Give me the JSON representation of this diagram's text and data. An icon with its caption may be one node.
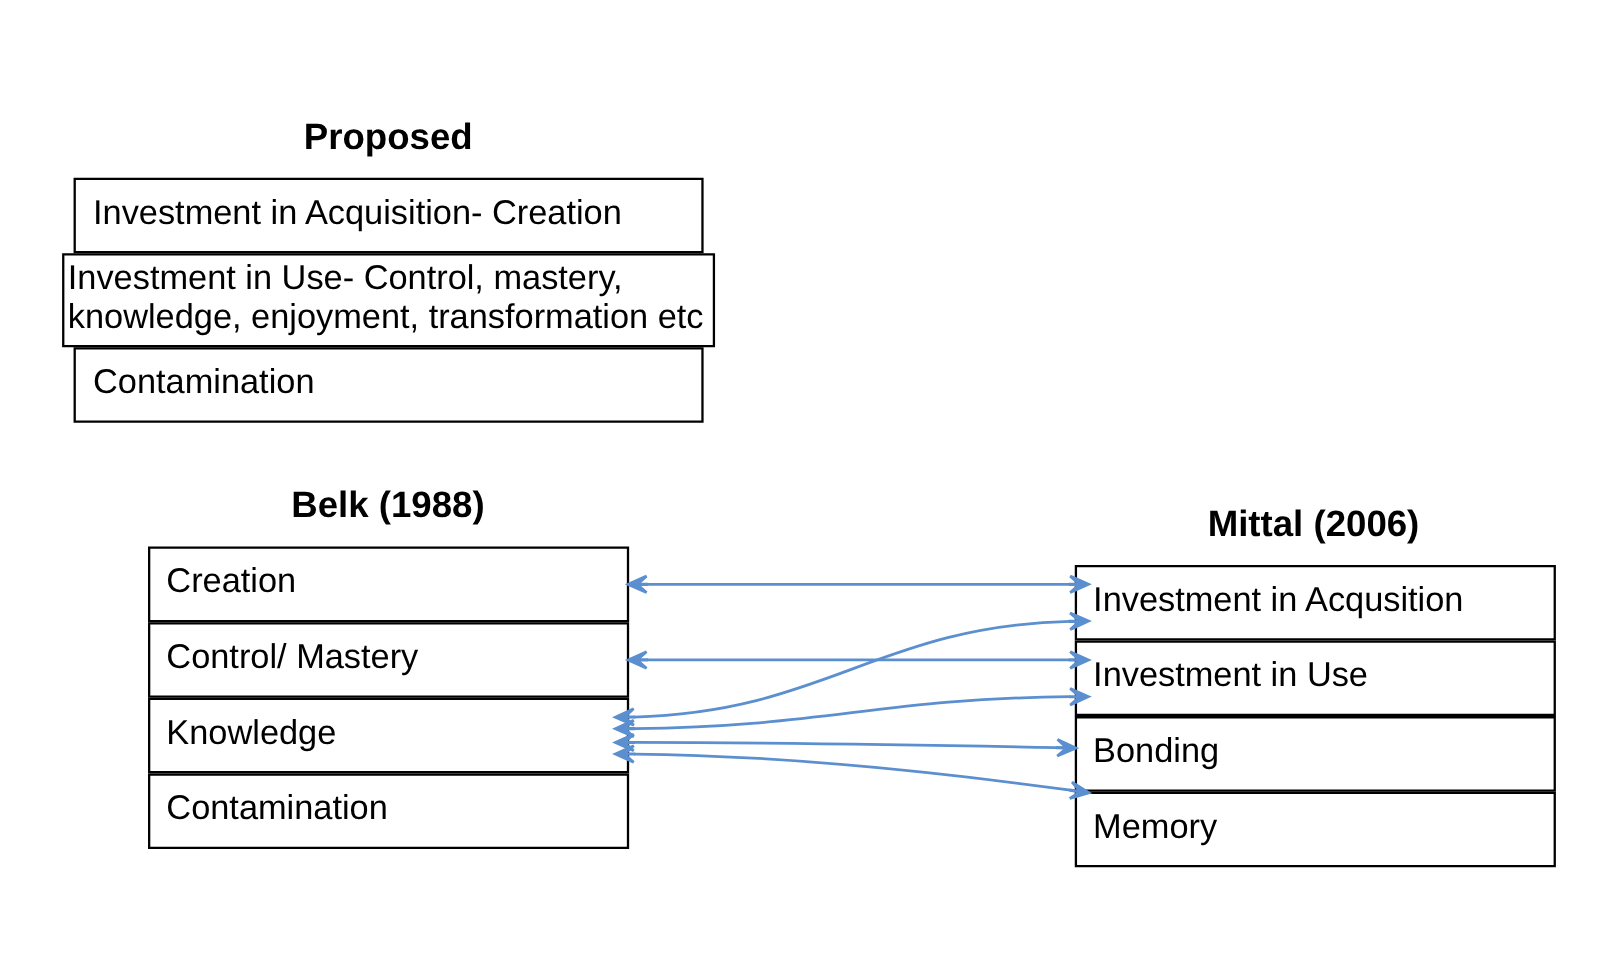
{
  "diagram": {
    "nodes": [
      {
        "text": [
          "Creation"
        ]
      },
      {
        "text": [
          "Control/ Mastery"
        ]
      },
      {
        "text": [
          "Knowledge"
        ]
      },
      {
        "text": [
          "Contamination"
        ]
      },
      {
        "text": [
          "Investment in Acqusition"
        ]
      },
      {
        "text": [
          "Investment in Use"
        ]
      },
      {
        "text": [
          "Bonding"
        ]
      },
      {
        "text": [
          "Memory"
        ]
      },
      {
        "text": [
          "Investment in Acquisition- Creation"
        ]
      },
      {
        "text": [
          "Investment in Use- Control, mastery, knowledge, enjoyment, transformation etc"
        ]
      },
      {
        "text": [
          "Contamination"
        ]
      }
    ],
    "edges": [
      {
        "from": 0,
        "to": 4,
        "arrow": "both"
      },
      {
        "from": 1,
        "to": 5,
        "arrow": "both"
      },
      {
        "from": 2,
        "to": 4,
        "arrow": "both"
      },
      {
        "from": 2,
        "to": 5,
        "arrow": "both"
      },
      {
        "from": 2,
        "to": 6,
        "arrow": "both"
      },
      {
        "from": 2,
        "to": 7,
        "arrow": "both"
      }
    ],
    "labels": [
      "Belk (1988)",
      "Mittal (2006)",
      "Proposed"
    ]
  }
}
